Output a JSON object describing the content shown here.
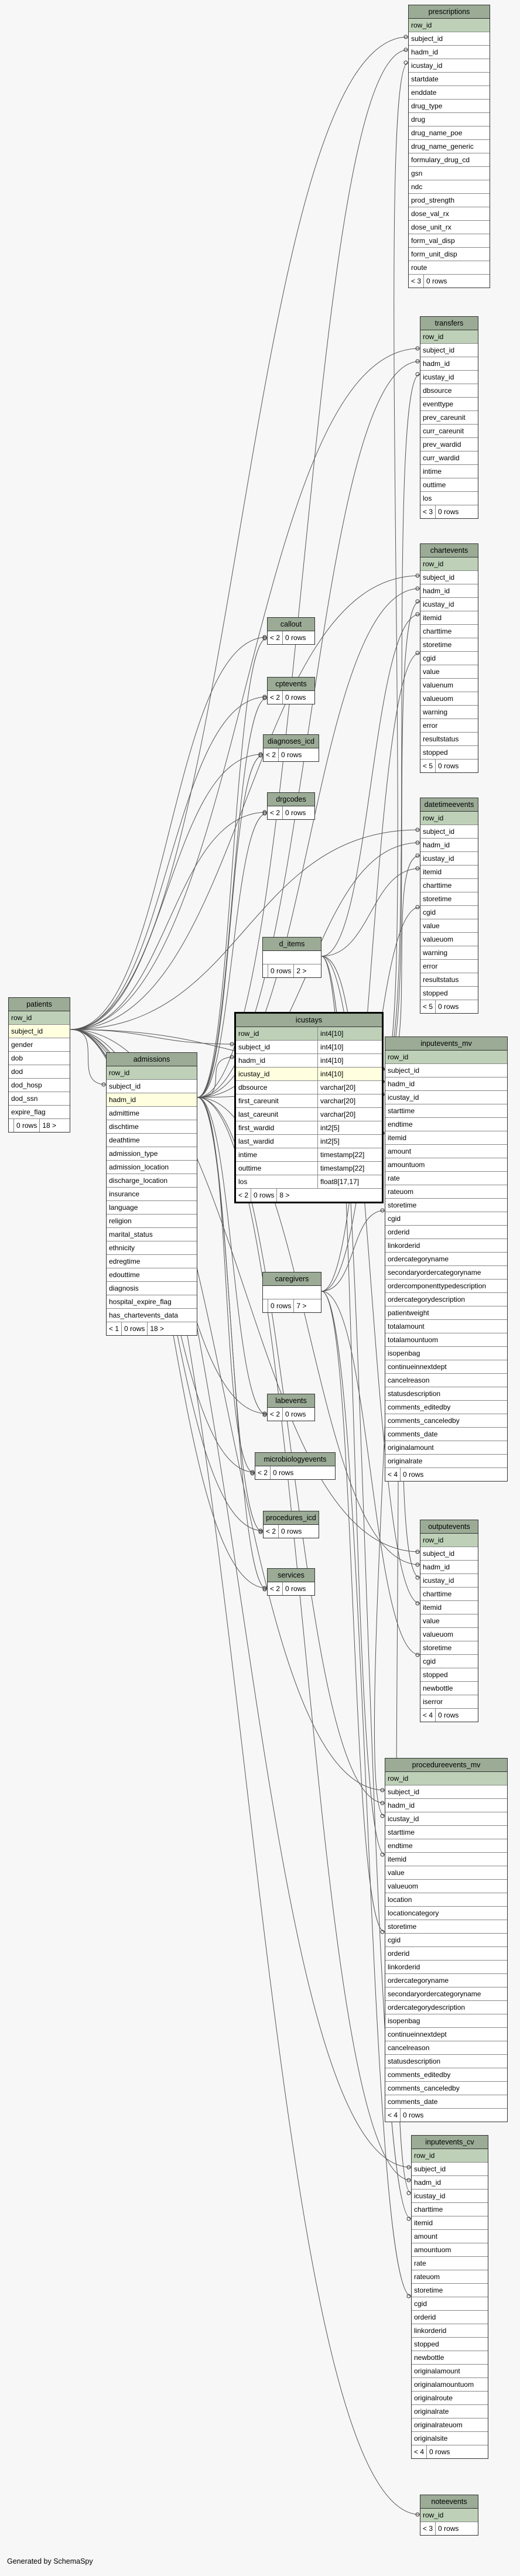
{
  "footer": "Generated by SchemaSpy",
  "colors": {
    "header": "#9bab96",
    "pk": "#bed1b8",
    "fk": "#ffffe0",
    "edge": "#555555"
  },
  "tables": [
    {
      "id": "prescriptions",
      "name": "prescriptions",
      "rows": [
        "row_id",
        "subject_id",
        "hadm_id",
        "icustay_id",
        "startdate",
        "enddate",
        "drug_type",
        "drug",
        "drug_name_poe",
        "drug_name_generic",
        "formulary_drug_cd",
        "gsn",
        "ndc",
        "prod_strength",
        "dose_val_rx",
        "dose_unit_rx",
        "form_val_disp",
        "form_unit_disp",
        "route"
      ],
      "pk": 1,
      "footer": [
        "< 3",
        "0 rows"
      ]
    },
    {
      "id": "transfers",
      "name": "transfers",
      "rows": [
        "row_id",
        "subject_id",
        "hadm_id",
        "icustay_id",
        "dbsource",
        "eventtype",
        "prev_careunit",
        "curr_careunit",
        "prev_wardid",
        "curr_wardid",
        "intime",
        "outtime",
        "los"
      ],
      "pk": 1,
      "footer": [
        "< 3",
        "0 rows"
      ]
    },
    {
      "id": "chartevents",
      "name": "chartevents",
      "rows": [
        "row_id",
        "subject_id",
        "hadm_id",
        "icustay_id",
        "itemid",
        "charttime",
        "storetime",
        "cgid",
        "value",
        "valuenum",
        "valueuom",
        "warning",
        "error",
        "resultstatus",
        "stopped"
      ],
      "pk": 1,
      "footer": [
        "< 5",
        "0 rows"
      ]
    },
    {
      "id": "datetimeevents",
      "name": "datetimeevents",
      "rows": [
        "row_id",
        "subject_id",
        "hadm_id",
        "icustay_id",
        "itemid",
        "charttime",
        "storetime",
        "cgid",
        "value",
        "valueuom",
        "warning",
        "error",
        "resultstatus",
        "stopped"
      ],
      "pk": 1,
      "footer": [
        "< 5",
        "0 rows"
      ]
    },
    {
      "id": "inputevents_mv",
      "name": "inputevents_mv",
      "rows": [
        "row_id",
        "subject_id",
        "hadm_id",
        "icustay_id",
        "starttime",
        "endtime",
        "itemid",
        "amount",
        "amountuom",
        "rate",
        "rateuom",
        "storetime",
        "cgid",
        "orderid",
        "linkorderid",
        "ordercategoryname",
        "secondaryordercategoryname",
        "ordercomponenttypedescription",
        "ordercategorydescription",
        "patientweight",
        "totalamount",
        "totalamountuom",
        "isopenbag",
        "continueinnextdept",
        "cancelreason",
        "statusdescription",
        "comments_editedby",
        "comments_canceledby",
        "comments_date",
        "originalamount",
        "originalrate"
      ],
      "pk": 1,
      "footer": [
        "< 4",
        "0 rows"
      ]
    },
    {
      "id": "outputevents",
      "name": "outputevents",
      "rows": [
        "row_id",
        "subject_id",
        "hadm_id",
        "icustay_id",
        "charttime",
        "itemid",
        "value",
        "valueuom",
        "storetime",
        "cgid",
        "stopped",
        "newbottle",
        "iserror"
      ],
      "pk": 1,
      "footer": [
        "< 4",
        "0 rows"
      ]
    },
    {
      "id": "procedureevents_mv",
      "name": "procedureevents_mv",
      "rows": [
        "row_id",
        "subject_id",
        "hadm_id",
        "icustay_id",
        "starttime",
        "endtime",
        "itemid",
        "value",
        "valueuom",
        "location",
        "locationcategory",
        "storetime",
        "cgid",
        "orderid",
        "linkorderid",
        "ordercategoryname",
        "secondaryordercategoryname",
        "ordercategorydescription",
        "isopenbag",
        "continueinnextdept",
        "cancelreason",
        "statusdescription",
        "comments_editedby",
        "comments_canceledby",
        "comments_date"
      ],
      "pk": 1,
      "footer": [
        "< 4",
        "0 rows"
      ]
    },
    {
      "id": "inputevents_cv",
      "name": "inputevents_cv",
      "rows": [
        "row_id",
        "subject_id",
        "hadm_id",
        "icustay_id",
        "charttime",
        "itemid",
        "amount",
        "amountuom",
        "rate",
        "rateuom",
        "storetime",
        "cgid",
        "orderid",
        "linkorderid",
        "stopped",
        "newbottle",
        "originalamount",
        "originalamountuom",
        "originalroute",
        "originalrate",
        "originalrateuom",
        "originalsite"
      ],
      "pk": 1,
      "footer": [
        "< 4",
        "0 rows"
      ]
    },
    {
      "id": "noteevents",
      "name": "noteevents",
      "rows": [
        "row_id"
      ],
      "pk": 1,
      "footer": [
        "< 3",
        "0 rows"
      ]
    },
    {
      "id": "patients",
      "name": "patients",
      "rows": [
        "row_id",
        "subject_id",
        "gender",
        "dob",
        "dod",
        "dod_hosp",
        "dod_ssn",
        "expire_flag"
      ],
      "pk": 1,
      "fk": [
        1
      ],
      "footer": [
        "",
        "0 rows",
        "18 >"
      ]
    },
    {
      "id": "admissions",
      "name": "admissions",
      "rows": [
        "row_id",
        "subject_id",
        "hadm_id",
        "admittime",
        "dischtime",
        "deathtime",
        "admission_type",
        "admission_location",
        "discharge_location",
        "insurance",
        "language",
        "religion",
        "marital_status",
        "ethnicity",
        "edregtime",
        "edouttime",
        "diagnosis",
        "hospital_expire_flag",
        "has_chartevents_data"
      ],
      "pk": 1,
      "fk": [
        2
      ],
      "footer": [
        "< 1",
        "0 rows",
        "18 >"
      ]
    },
    {
      "id": "icustays",
      "name": "icustays",
      "rows": [
        "row_id",
        "subject_id",
        "hadm_id",
        "icustay_id",
        "dbsource",
        "first_careunit",
        "last_careunit",
        "first_wardid",
        "last_wardid",
        "intime",
        "outtime",
        "los"
      ],
      "types": [
        "int4[10]",
        "int4[10]",
        "int4[10]",
        "int4[10]",
        "varchar[20]",
        "varchar[20]",
        "varchar[20]",
        "int2[5]",
        "int2[5]",
        "timestamp[22]",
        "timestamp[22]",
        "float8[17,17]"
      ],
      "pk": 1,
      "fk": [
        3
      ],
      "footer": [
        "< 2",
        "0 rows",
        "8 >"
      ],
      "focus": true
    },
    {
      "id": "callout",
      "name": "callout",
      "rows": [],
      "footer": [
        "< 2",
        "0 rows"
      ]
    },
    {
      "id": "cptevents",
      "name": "cptevents",
      "rows": [],
      "footer": [
        "< 2",
        "0 rows"
      ]
    },
    {
      "id": "diagnoses_icd",
      "name": "diagnoses_icd",
      "rows": [],
      "footer": [
        "< 2",
        "0 rows"
      ]
    },
    {
      "id": "drgcodes",
      "name": "drgcodes",
      "rows": [],
      "footer": [
        "< 2",
        "0 rows"
      ]
    },
    {
      "id": "d_items",
      "name": "d_items",
      "rows": [
        ""
      ],
      "footer": [
        "",
        "0 rows",
        "2 >"
      ]
    },
    {
      "id": "caregivers",
      "name": "caregivers",
      "rows": [
        ""
      ],
      "footer": [
        "",
        "0 rows",
        "7 >"
      ]
    },
    {
      "id": "labevents",
      "name": "labevents",
      "rows": [],
      "footer": [
        "< 2",
        "0 rows"
      ]
    },
    {
      "id": "microbiologyevents",
      "name": "microbiologyevents",
      "rows": [],
      "footer": [
        "< 2",
        "0 rows"
      ]
    },
    {
      "id": "procedures_icd",
      "name": "procedures_icd",
      "rows": [],
      "footer": [
        "< 2",
        "0 rows"
      ]
    },
    {
      "id": "services",
      "name": "services",
      "rows": [],
      "footer": [
        "< 2",
        "0 rows"
      ]
    }
  ]
}
